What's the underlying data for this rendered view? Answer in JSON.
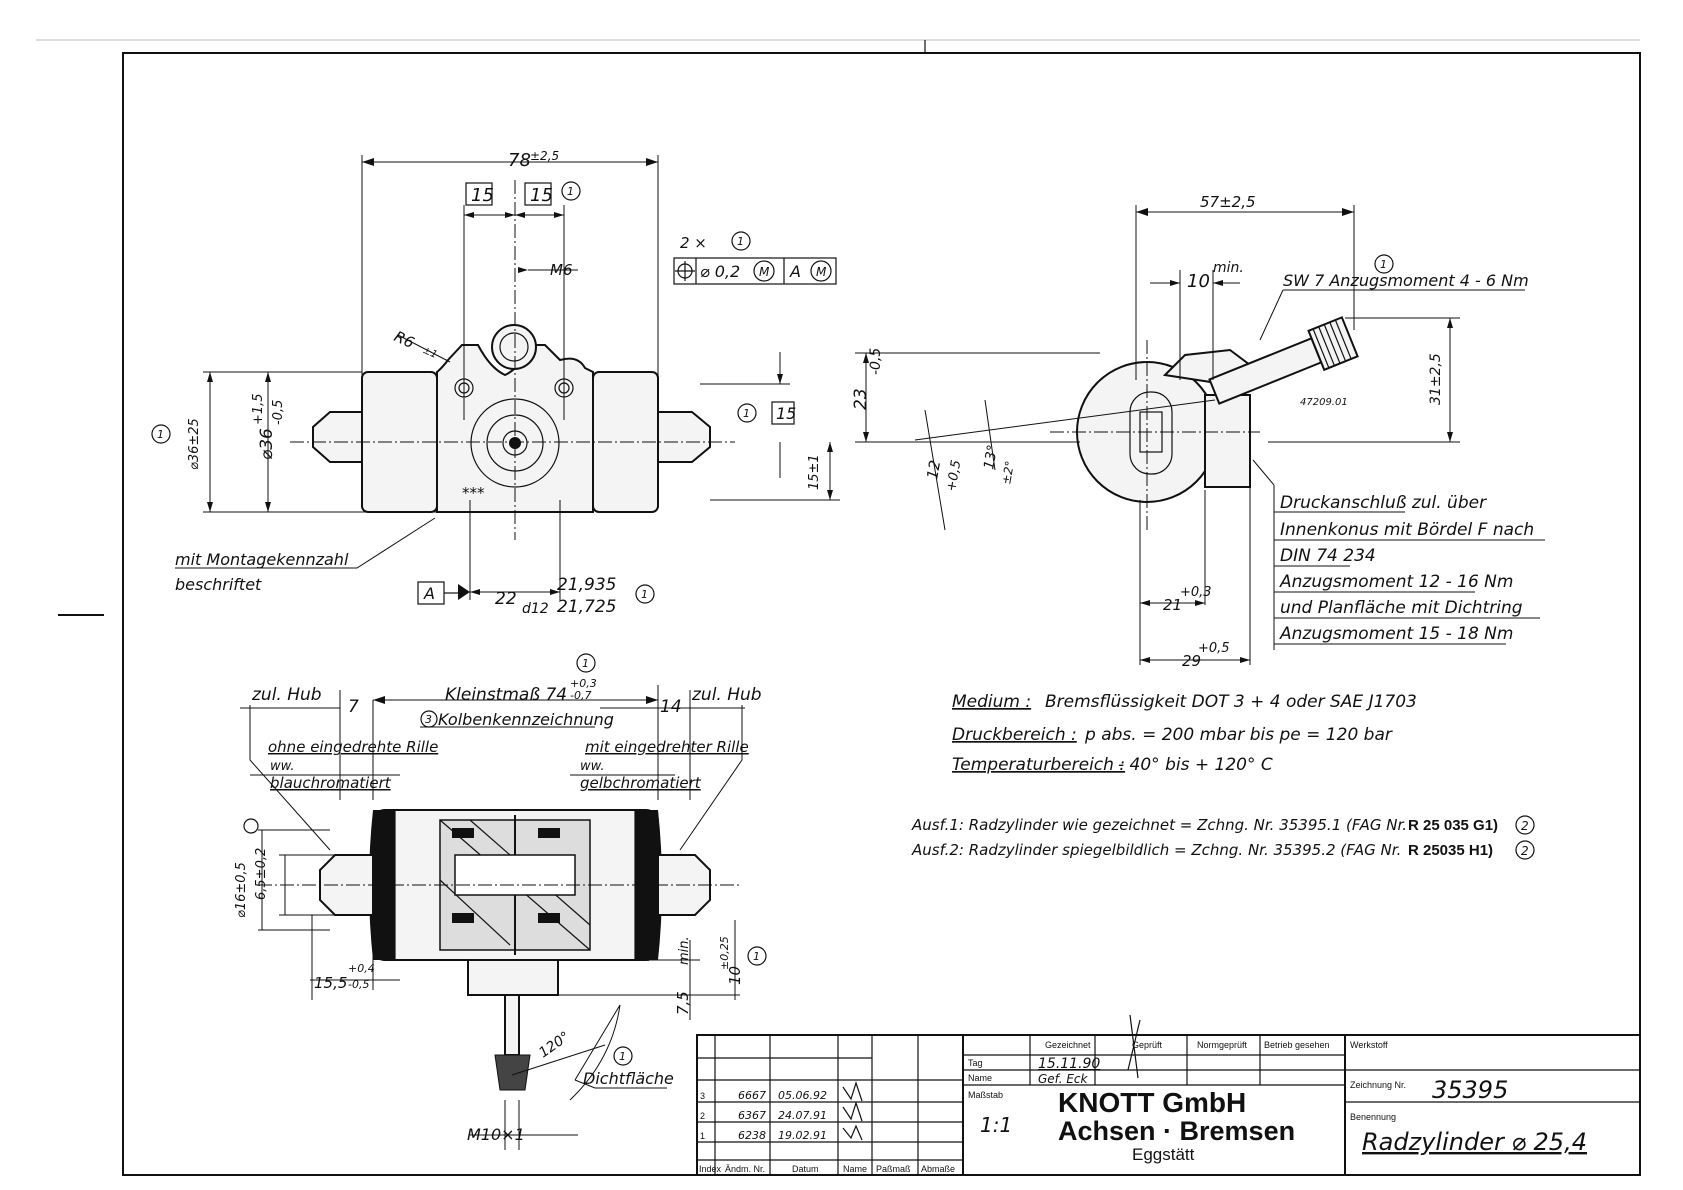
{
  "top_view": {
    "dim_overall": "78",
    "dim_overall_tol": "±2,5",
    "box_15_left": "15",
    "box_15_right": "15",
    "circled_1": "1",
    "dim_m6": "M6",
    "position_tol_count": "2 ×",
    "position_tol_value": "⌀ 0,2",
    "position_tol_m": "M",
    "position_tol_datum": "A",
    "radius": "R6",
    "radius_tol": "±1",
    "dim_36": "⌀36",
    "dim_36_tol_upper": "+1,5",
    "dim_36_tol_lower": "-0,5",
    "dim_36_flange": "⌀36±25",
    "dim_15_right": "15±1",
    "box_15_side": "15",
    "stars": "***",
    "label_marking_1": "mit Montagekennzahl",
    "label_marking_2": "beschriftet",
    "datum_a": "A",
    "dim_22": "22",
    "dim_d12": "d12",
    "dim_upper": "21,935",
    "dim_lower": "21,725"
  },
  "side_view": {
    "dim_57": "57±2,5",
    "dim_10": "10",
    "dim_10_min": "min.",
    "torque_note": "SW 7 Anzugsmoment  4 - 6 Nm",
    "part_no_tag": "47209.01",
    "dim_31": "31±2,5",
    "dim_23": "23",
    "dim_23_tol": "-0,5",
    "dim_12": "12",
    "dim_12_tol": "+0,5",
    "dim_13": "13°",
    "dim_13_tol": "±2°",
    "dim_21": "21",
    "dim_21_tol": "+0,3",
    "dim_29": "29",
    "dim_29_tol": "+0,5",
    "notes": [
      "Druckanschluß zul. über",
      "Innenkonus mit Bördel F nach",
      "DIN 74 234",
      "Anzugsmoment  12 - 16 Nm",
      "und Planfläche mit Dichtring",
      "Anzugsmoment  15 - 18 Nm"
    ]
  },
  "spec": {
    "medium_label": "Medium :",
    "medium_value": "Bremsflüssigkeit DOT 3 + 4 oder SAE J1703",
    "pressure_label": "Druckbereich :",
    "pressure_value": "p abs. = 200 mbar bis pe = 120 bar",
    "temp_label": "Temperaturbereich :",
    "temp_value": "- 40° bis + 120° C",
    "ausf1_prefix": "Ausf.1: Radzylinder  wie gezeichnet = Zchng. Nr. 35395.1  (FAG Nr.",
    "ausf1_bold": "R  25 035 G1)",
    "ausf2_prefix": "Ausf.2: Radzylinder  spiegelbildlich  = Zchng. Nr. 35395.2  (FAG Nr.",
    "ausf2_bold": "R  25035 H1)",
    "circled_2": "2"
  },
  "section_view": {
    "zul_hub_left": "zul. Hub",
    "dim_7": "7",
    "kleinstmass": "Kleinstmaß 74",
    "kleinstmass_tol_up": "+0,3",
    "kleinstmass_tol_lo": "-0,7",
    "dim_14": "14",
    "zul_hub_right": "zul. Hub",
    "circled_3": "3",
    "piston_label": "Kolbenkennzeichnung",
    "left_1": "ohne eingedrehte Rille",
    "left_2": "ww.",
    "left_3": "blauchromatiert",
    "right_1": "mit eingedrehter Rille",
    "right_2": "ww.",
    "right_3": "gelbchromatiert",
    "dim_16": "⌀16±0,5",
    "dim_6_5": "6,5±0,2",
    "dim_15_5": "15,5",
    "dim_15_5_up": "+0,4",
    "dim_15_5_lo": "-0,5",
    "dim_min": "min.",
    "dim_7_5": "7,5",
    "dim_10": "10",
    "dim_10_tol": "±0,25",
    "angle": "120°",
    "seal_label": "Dichtfläche",
    "thread": "M10×1"
  },
  "title_block": {
    "revisions": [
      {
        "index": "3",
        "aend": "6667",
        "datum": "05.06.92",
        "name": "H"
      },
      {
        "index": "2",
        "aend": "6367",
        "datum": "24.07.91",
        "name": "Mb"
      },
      {
        "index": "1",
        "aend": "6238",
        "datum": "19.02.91",
        "name": "Eck"
      }
    ],
    "rev_headers": [
      "Index",
      "Ändm. Nr.",
      "Datum",
      "Name",
      "Paßmaß",
      "Abmaße"
    ],
    "tag_label": "Tag",
    "name_label": "Name",
    "massstab_label": "Maßstab",
    "scale": "1:1",
    "gezeichnet_label": "Gezeichnet",
    "geprueft_label": "Geprüft",
    "normgeprueft_label": "Normgeprüft",
    "betrieb_label": "Betrieb gesehen",
    "werkstoff_label": "Werkstoff",
    "date_drawn": "15.11.90",
    "drawn_by": "Gef. Eck",
    "company_1": "KNOTT      GmbH",
    "company_2": "Achsen · Bremsen",
    "company_3": "Eggstätt",
    "zeichnung_label": "Zeichnung Nr.",
    "drawing_no": "35395",
    "benennung_label": "Benennung",
    "title": "Radzylinder  ⌀ 25,4"
  }
}
